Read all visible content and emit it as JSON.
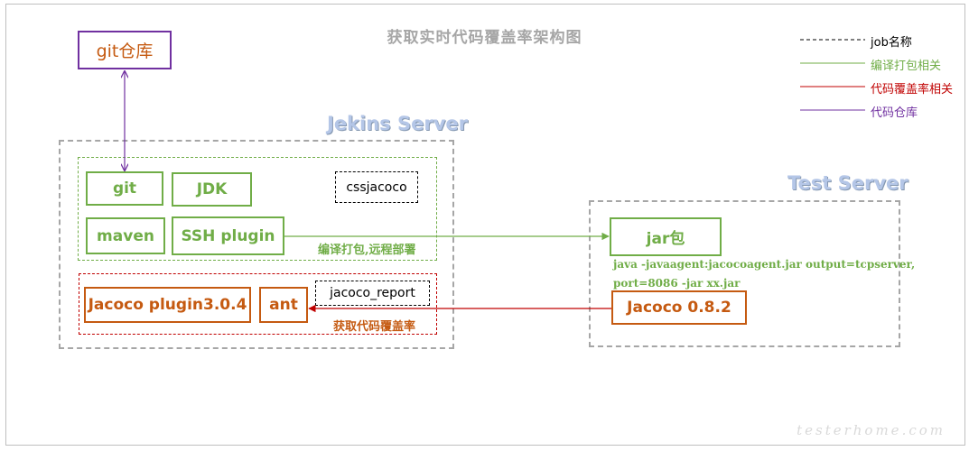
{
  "title": "获取实时代码覆盖率架构图",
  "repo": {
    "label": "git仓库"
  },
  "jenkins": {
    "label": "Jekins Server",
    "tools": {
      "git": "git",
      "jdk": "JDK",
      "maven": "maven",
      "ssh": "SSH plugin",
      "job": "cssjacoco"
    },
    "coverage": {
      "jacoco_plugin": "Jacoco plugin3.0.4",
      "ant": "ant",
      "job": "jacoco_report"
    }
  },
  "test": {
    "label": "Test Server",
    "jar": "jar包",
    "cmd_line1": "java -javaagent:jacocoagent.jar output=tcpserver,",
    "cmd_line2": "port=8086 -jar xx.jar",
    "jacoco": "Jacoco 0.8.2"
  },
  "edges": {
    "build_deploy": "编译打包,远程部署",
    "fetch_coverage": "获取代码覆盖率"
  },
  "legend": [
    {
      "label": "job名称",
      "color": "#000000",
      "style": "dashed"
    },
    {
      "label": "编译打包相关",
      "color": "#70ad47",
      "style": "solid"
    },
    {
      "label": "代码覆盖率相关",
      "color": "#c00000",
      "style": "solid"
    },
    {
      "label": "代码仓库",
      "color": "#7030a0",
      "style": "solid"
    }
  ],
  "watermark": "testerhome.com",
  "colors": {
    "green": "#70ad47",
    "red": "#c00000",
    "purple": "#7030a0",
    "orange": "#c55a11",
    "server_label": "#b4c6e7"
  }
}
